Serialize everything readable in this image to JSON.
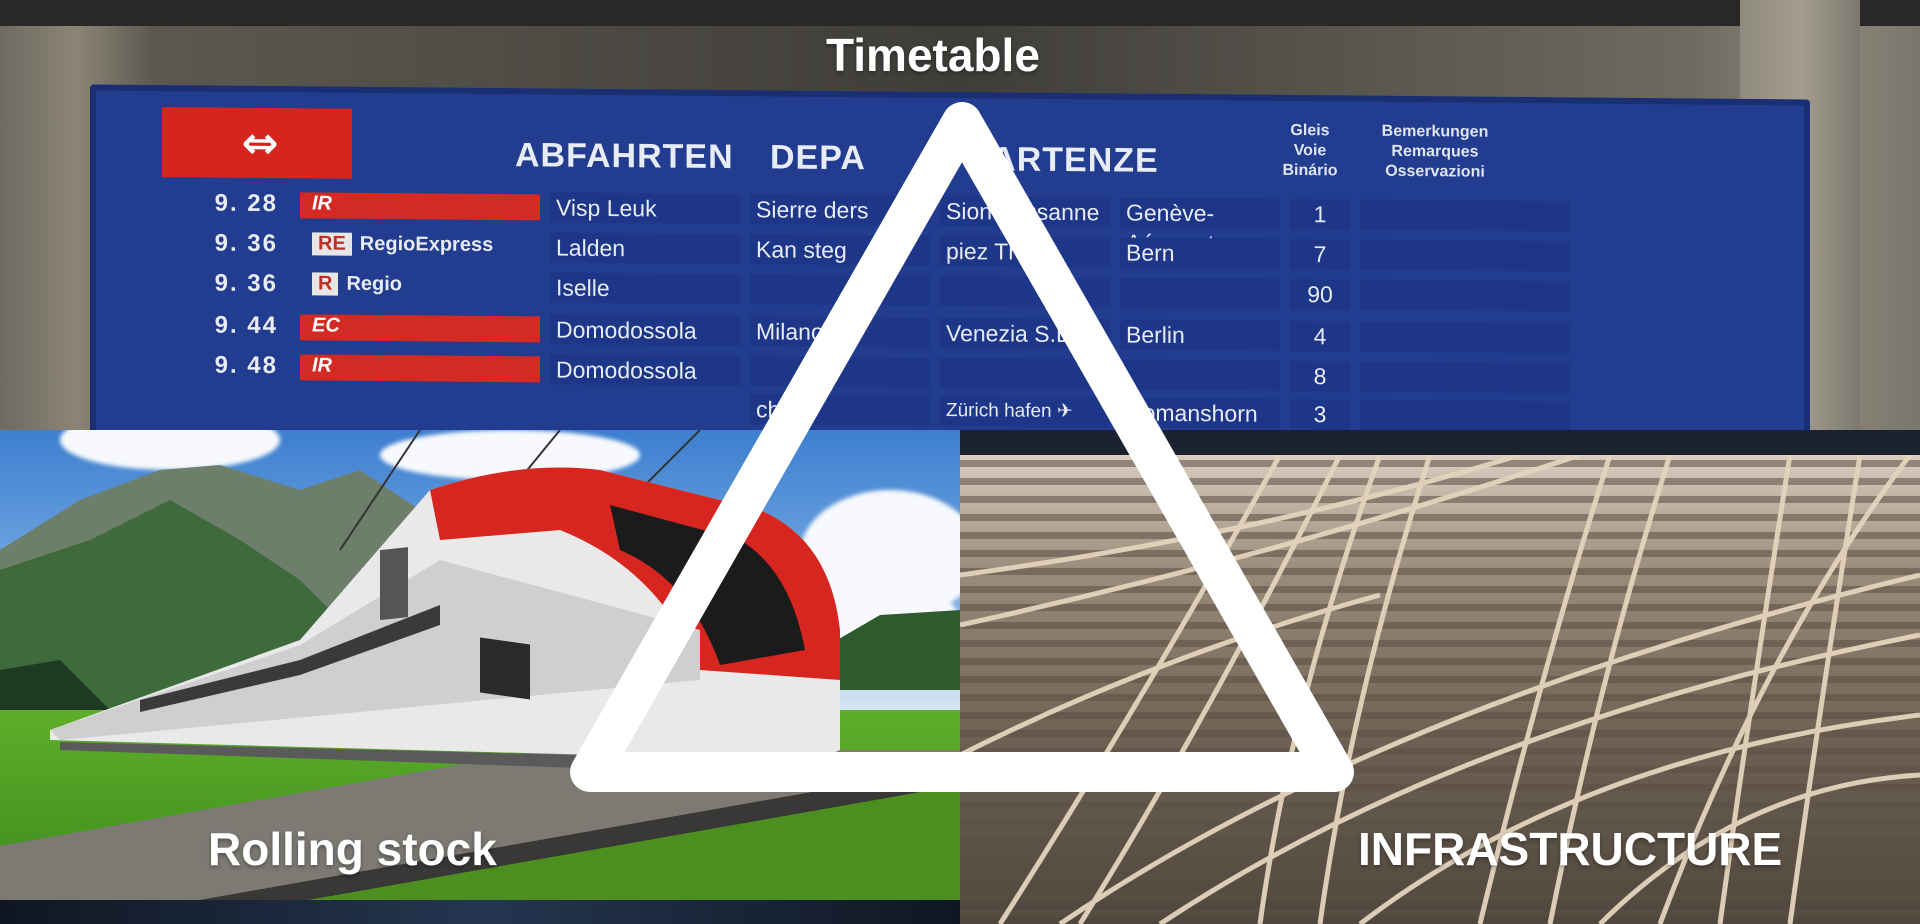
{
  "labels": {
    "top": "Timetable",
    "bottom_left": "Rolling stock",
    "bottom_right": "INFRASTRUCTURE"
  },
  "board": {
    "logo": "⇔",
    "headers": [
      "ABFAHRTEN",
      "DEPA",
      "PARTENZE"
    ],
    "side_headers": {
      "gleis": "Gleis\nVoie\nBinário",
      "bemerk": "Bemerkungen\nRemarques\nOsservazioni"
    },
    "rows": [
      {
        "time": "9. 28",
        "cat": "IR",
        "tag": "",
        "dest": [
          "Visp  Leuk",
          "Sierre  ders",
          "Sion  Lausanne",
          "Genève-Aéroport"
        ],
        "plat": "1"
      },
      {
        "time": "9. 36",
        "cat": "RegioExpress",
        "tag": "RE",
        "dest": [
          "Lalden",
          "Kan  steg",
          "piez  Thun",
          "Bern"
        ],
        "plat": "7"
      },
      {
        "time": "9. 36",
        "cat": "Regio",
        "tag": "R",
        "dest": [
          "Iselle",
          "",
          "",
          ""
        ],
        "plat": "90"
      },
      {
        "time": "9. 44",
        "cat": "EC",
        "tag": "",
        "dest": [
          "Domodossola",
          "Milano C.",
          "Venezia S.L.",
          "Berlin"
        ],
        "plat": "4"
      },
      {
        "time": "9. 48",
        "cat": "IR",
        "tag": "",
        "dest": [
          "Domodossola",
          "",
          "",
          ""
        ],
        "plat": "8"
      },
      {
        "time": "",
        "cat": "",
        "tag": "",
        "dest": [
          "",
          "ch HB",
          "Zürich  hafen ✈",
          "Romanshorn"
        ],
        "plat": "3"
      }
    ]
  },
  "colors": {
    "board_blue": "#223c8f",
    "sbb_red": "#d8241e",
    "overlay_white": "#ffffff"
  }
}
